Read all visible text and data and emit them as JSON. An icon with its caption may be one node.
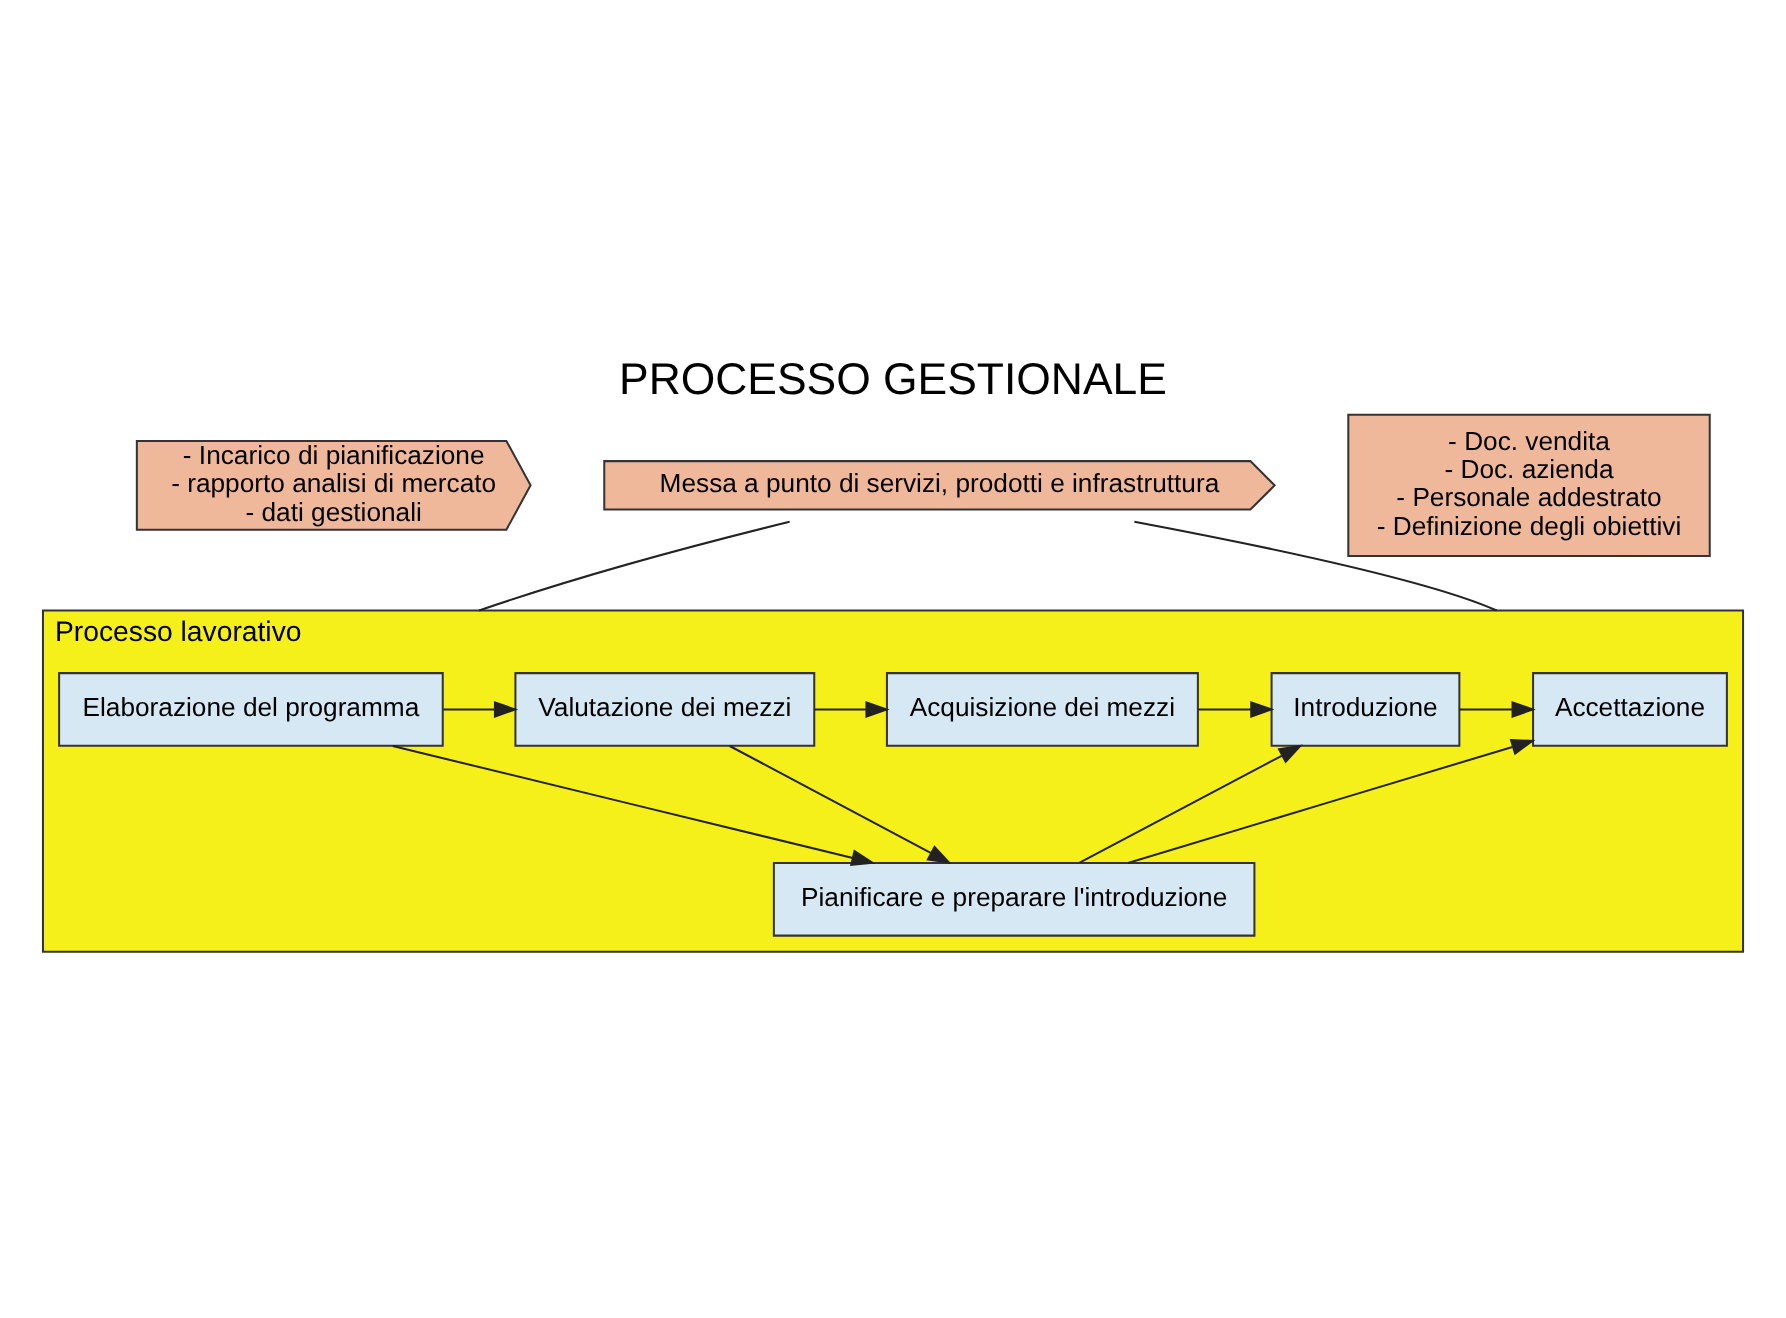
{
  "diagram": {
    "title": "PROCESSO GESTIONALE",
    "nodes": [
      {
        "text": [
          "- Incarico di pianificazione",
          "- rapporto analisi di mercato",
          "- dati gestionali"
        ]
      },
      {
        "text": [
          "Messa a punto di servizi, prodotti e infrastruttura"
        ]
      },
      {
        "text": [
          "- Doc. vendita",
          "- Doc. azienda",
          "- Personale addestrato",
          "- Definizione degli obiettivi"
        ]
      },
      {
        "text": [
          "Processo lavorativo"
        ]
      },
      {
        "text": [
          "Elaborazione del programma"
        ],
        "in": 3
      },
      {
        "text": [
          "Valutazione dei mezzi"
        ],
        "in": 3
      },
      {
        "text": [
          "Acquisizione dei mezzi"
        ],
        "in": 3
      },
      {
        "text": [
          "Introduzione"
        ],
        "in": 3
      },
      {
        "text": [
          "Accettazione"
        ],
        "in": 3
      },
      {
        "text": [
          "Pianificare e preparare l'introduzione"
        ],
        "in": 3
      }
    ],
    "edges": [
      {
        "from": 1,
        "to": 3,
        "arrow": "none"
      },
      {
        "from": 1,
        "to": 3,
        "arrow": "none"
      },
      {
        "from": 4,
        "to": 5,
        "arrow": "to"
      },
      {
        "from": 5,
        "to": 6,
        "arrow": "to"
      },
      {
        "from": 6,
        "to": 7,
        "arrow": "to"
      },
      {
        "from": 7,
        "to": 8,
        "arrow": "to"
      },
      {
        "from": 5,
        "to": 9,
        "arrow": "to"
      },
      {
        "from": 4,
        "to": 9,
        "arrow": "to"
      },
      {
        "from": 9,
        "to": 7,
        "arrow": "to"
      },
      {
        "from": 9,
        "to": 8,
        "arrow": "to"
      }
    ]
  }
}
